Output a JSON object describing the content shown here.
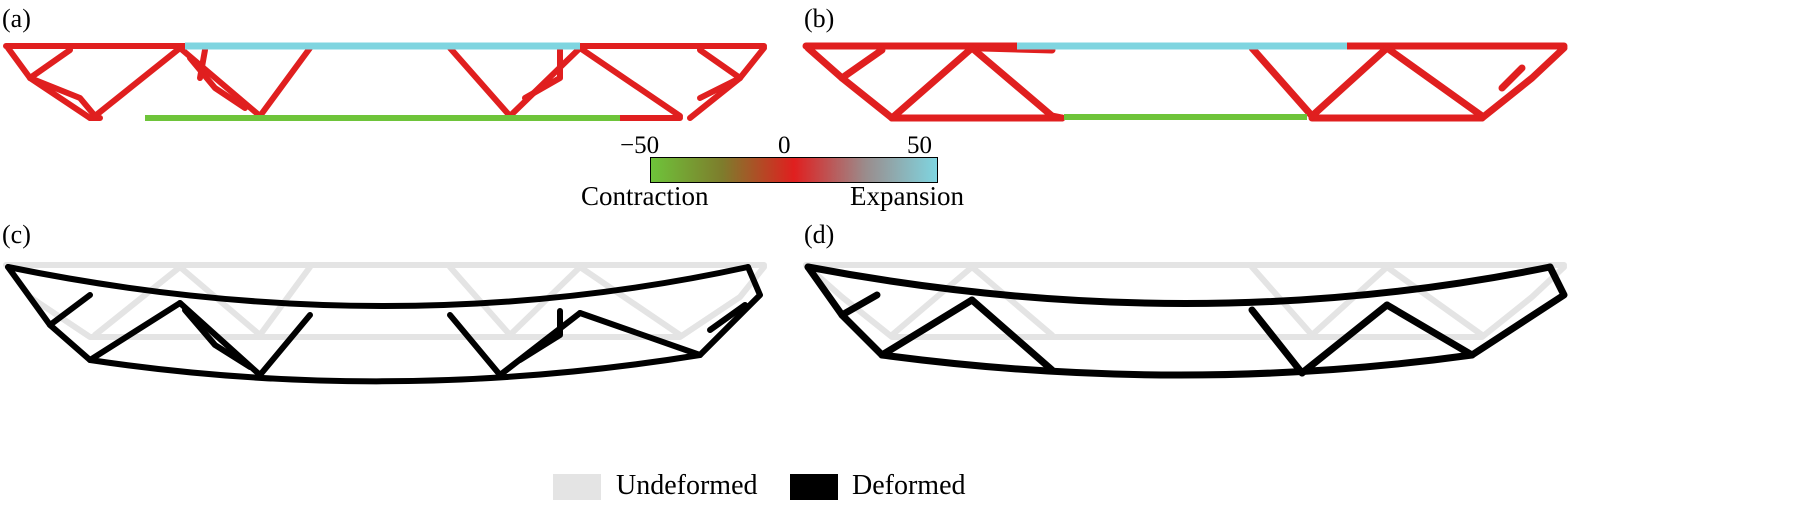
{
  "panels": {
    "a": "(a)",
    "b": "(b)",
    "c": "(c)",
    "d": "(d)"
  },
  "colorbar": {
    "min_tick": "−50",
    "mid_tick": "0",
    "max_tick": "50",
    "left_label": "Contraction",
    "right_label": "Expansion",
    "colors": [
      "#6ec43a",
      "#7e7c2c",
      "#e01f1f",
      "#9a8c8c",
      "#7fd5e0"
    ]
  },
  "legend": {
    "undeformed": "Undeformed",
    "deformed": "Deformed",
    "undeformed_color": "#e4e4e4",
    "deformed_color": "#000000"
  },
  "colors": {
    "neutral": "#e01f1f",
    "expansion": "#7fd5e0",
    "contraction": "#6ec43a"
  }
}
